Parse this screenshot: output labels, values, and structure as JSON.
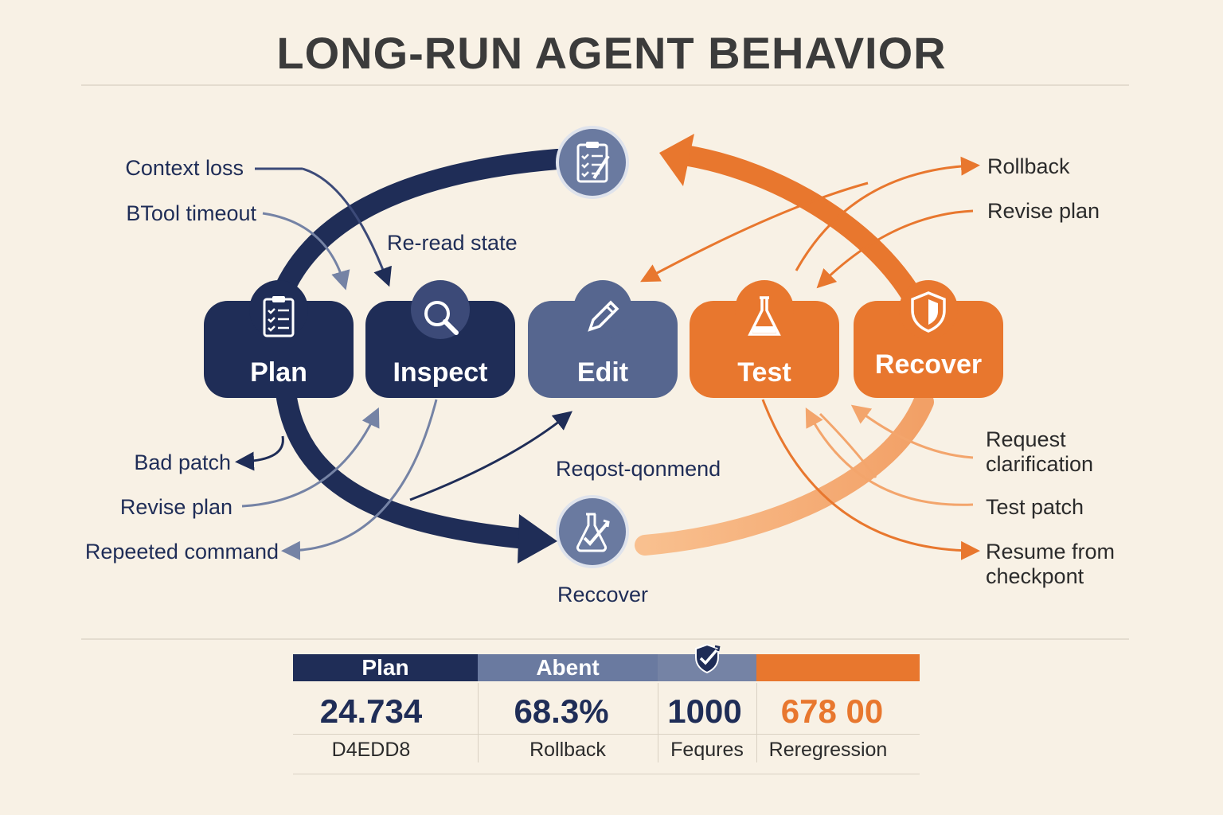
{
  "title": "LONG-RUN AGENT BEHAVIOR",
  "stages": [
    {
      "id": "plan",
      "label": "Plan",
      "icon": "clipboard-checklist-icon",
      "color": "#1f2d57"
    },
    {
      "id": "inspect",
      "label": "Inspect",
      "icon": "magnifier-icon",
      "color": "#1f2d57"
    },
    {
      "id": "edit",
      "label": "Edit",
      "icon": "pencil-icon",
      "color": "#56668f"
    },
    {
      "id": "test",
      "label": "Test",
      "icon": "flask-icon",
      "color": "#e8772e"
    },
    {
      "id": "recover",
      "label": "Recover",
      "icon": "shield-icon",
      "color": "#e8772e"
    }
  ],
  "top_node_icon": "clipboard-checklist-icon",
  "bottom_node": {
    "icon": "flask-check-icon",
    "label": "Reccover"
  },
  "left_labels": [
    "Context loss",
    "BTool timeout",
    "Bad patch",
    "Revise plan",
    "Repeeted command"
  ],
  "right_labels": [
    "Rollback",
    "Revise plan",
    "Request\nclarification",
    "Test patch",
    "Resume from\ncheckpont"
  ],
  "center_labels": {
    "reread": "Re-read state",
    "request": "Reqost-qonmend"
  },
  "table": {
    "headers": [
      "Plan",
      "Abent",
      "",
      ""
    ],
    "header_icon": "shield-check-icon",
    "values": [
      "24.734",
      "68.3%",
      "1000",
      "678 00"
    ],
    "sublabels": [
      "D4EDD8",
      "Rollback",
      "Fequres",
      "Reregression"
    ]
  },
  "colors": {
    "navy": "#1f2d57",
    "slate": "#6a7aa0",
    "orange": "#e8772e",
    "light_orange": "#f6b27d",
    "background": "#f8f1e5"
  }
}
